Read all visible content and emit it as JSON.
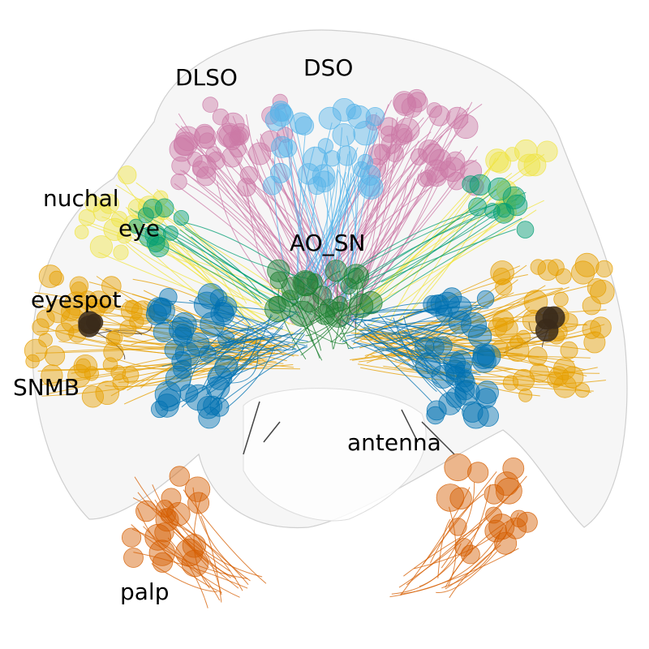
{
  "labels": {
    "dlso": "DLSO",
    "dso": "DSO",
    "nuchal": "nuchal",
    "eye": "eye",
    "ao_sn": "AO_SN",
    "eyespot": "eyespot",
    "snmb": "SNMB",
    "antenna": "antenna",
    "palp": "palp"
  },
  "colors": {
    "background": "#ffffff",
    "outline": "#d9d9d9",
    "dlso": "#cc79a7",
    "dso": "#56b4e9",
    "nuchal": "#f0e442",
    "eye": "#009e73",
    "ao_sn": "#1a7f2e",
    "eyespot": "#3a2a1a",
    "snmb": "#e69f00",
    "blue_cluster": "#0072b2",
    "palp": "#d55e00",
    "antenna": "#444444"
  }
}
